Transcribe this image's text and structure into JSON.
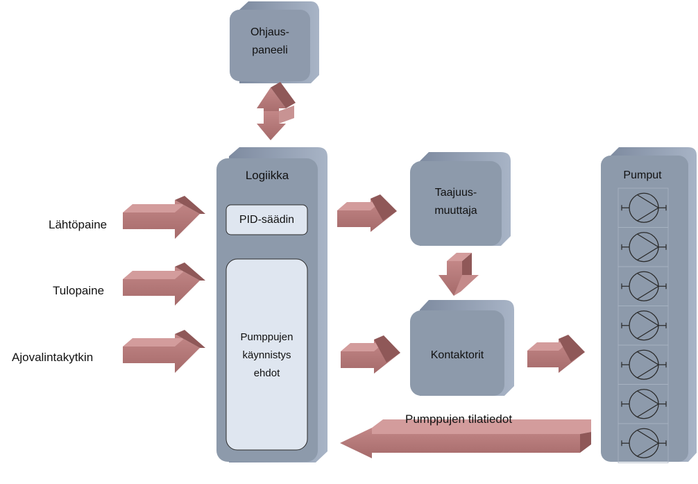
{
  "panel": {
    "label": "Ohjaus-\npaneeli"
  },
  "logic": {
    "title": "Logiikka",
    "pid": "PID-säädin",
    "conditions": "Pumppujen\nkäynnistys\nehdot"
  },
  "inputs": [
    "Lähtöpaine",
    "Tulopaine",
    "Ajovalintakytkin"
  ],
  "freq": {
    "label": "Taajuus-\nmuuttaja"
  },
  "contactors": {
    "label": "Kontaktorit"
  },
  "pumps": {
    "title": "Pumput",
    "count": 7
  },
  "feedback": {
    "label": "Pumppujen tilatiedot"
  },
  "colors": {
    "box": "#8d9aab",
    "box_dark": "#6f7c8e",
    "box_light": "#b7c3d2",
    "inner": "#dfe6f0",
    "arrow": "#b77a7a",
    "arrow_dark": "#8f5858",
    "arrow_light": "#d39c9c"
  }
}
